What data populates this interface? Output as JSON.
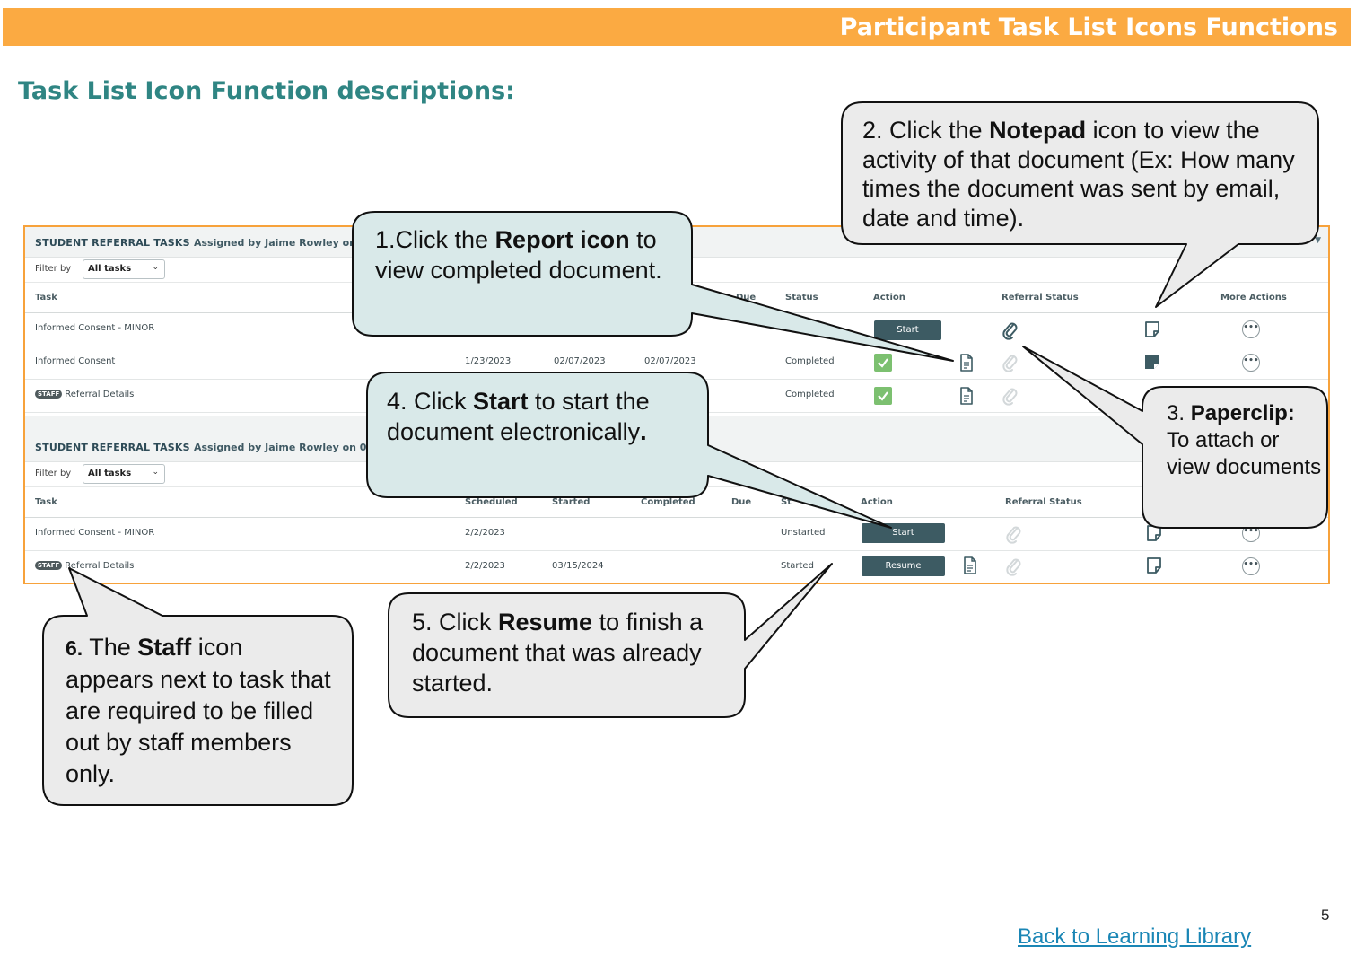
{
  "header": {
    "title": "Participant Task List Icons Functions"
  },
  "heading": "Task List Icon Function descriptions:",
  "panel": {
    "section1": {
      "title": "STUDENT REFERRAL TASKS",
      "assigned": "Assigned by Jaime Rowley on",
      "filter_label": "Filter by",
      "filter_value": "All tasks",
      "columns": {
        "task": "Task",
        "due": "Due",
        "status": "Status",
        "action": "Action",
        "referral_status": "Referral Status",
        "more_actions": "More Actions"
      },
      "rows": [
        {
          "task": "Informed Consent - MINOR",
          "action": "Start"
        },
        {
          "task": "Informed Consent",
          "scheduled": "1/23/2023",
          "started": "02/07/2023",
          "completed": "02/07/2023",
          "status": "Completed"
        },
        {
          "badge": "STAFF",
          "task": "Referral Details",
          "status": "Completed"
        }
      ]
    },
    "section2": {
      "title": "STUDENT REFERRAL TASKS",
      "assigned": "Assigned by Jaime Rowley on 02/",
      "filter_label": "Filter by",
      "filter_value": "All tasks",
      "columns": {
        "task": "Task",
        "scheduled": "Scheduled",
        "started": "Started",
        "completed": "Completed",
        "due": "Due",
        "status": "St",
        "action": "Action",
        "referral_status": "Referral Status"
      },
      "rows": [
        {
          "task": "Informed Consent - MINOR",
          "scheduled": "2/2/2023",
          "status": "Unstarted",
          "action": "Start"
        },
        {
          "badge": "STAFF",
          "task": "Referral Details",
          "scheduled": "2/2/2023",
          "started": "03/15/2024",
          "status": "Started",
          "action": "Resume"
        }
      ]
    }
  },
  "callouts": {
    "report": {
      "pre": "1.Click the ",
      "bold": "Report icon",
      "post": " to view completed document."
    },
    "notepad": {
      "pre": "2. Click the ",
      "bold": "Notepad",
      "post": " icon to view the activity of that document (Ex: How many times the document was sent by email, date and time)."
    },
    "paperclip": {
      "num": "3. ",
      "bold": "Paperclip:",
      "post": "To attach or view documents"
    },
    "start": {
      "pre": "4. Click ",
      "bold": "Start",
      "mid": " to start the document electronically",
      "end": "."
    },
    "resume": {
      "pre": "5. Click ",
      "bold": "Resume",
      "post": " to finish a document that was already started."
    },
    "staff": {
      "num": "6.",
      "pre": " The ",
      "bold": "Staff",
      "post": " icon appears next to task that are required to be filled out by staff members only."
    }
  },
  "footer": {
    "page_number": "5",
    "back_link": "Back to Learning Library"
  }
}
